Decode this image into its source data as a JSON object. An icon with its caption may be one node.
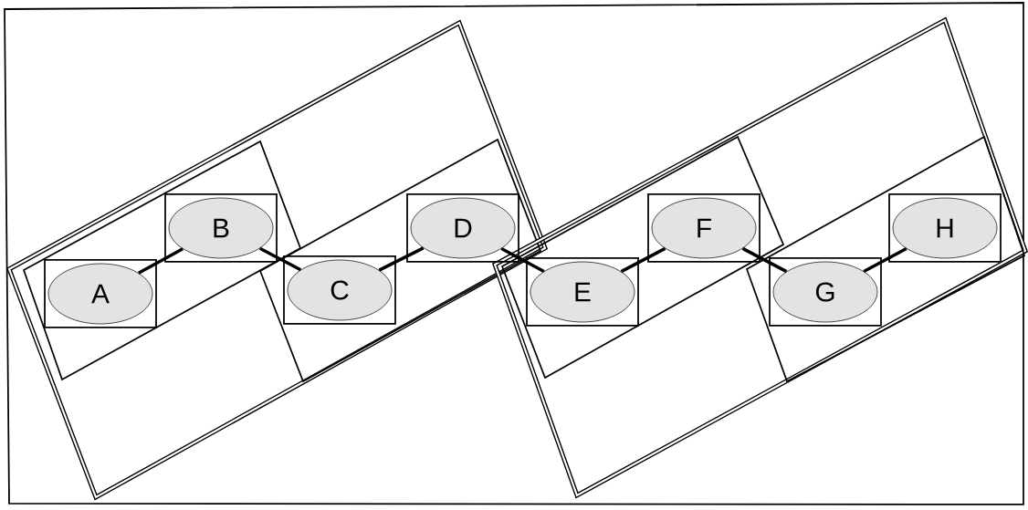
{
  "diagram": {
    "nodes": [
      {
        "text": [
          "A"
        ]
      },
      {
        "text": [
          "B"
        ]
      },
      {
        "text": [
          "C"
        ]
      },
      {
        "text": [
          "D"
        ]
      },
      {
        "text": [
          "E"
        ]
      },
      {
        "text": [
          "F"
        ]
      },
      {
        "text": [
          "G"
        ]
      },
      {
        "text": [
          "H"
        ]
      }
    ],
    "edges": [
      {
        "from": 0,
        "to": 1,
        "arrow": "none"
      },
      {
        "from": 1,
        "to": 2,
        "arrow": "none"
      },
      {
        "from": 2,
        "to": 3,
        "arrow": "none"
      },
      {
        "from": 3,
        "to": 4,
        "arrow": "none"
      },
      {
        "from": 4,
        "to": 5,
        "arrow": "none"
      },
      {
        "from": 5,
        "to": 6,
        "arrow": "none"
      },
      {
        "from": 6,
        "to": 7,
        "arrow": "none"
      }
    ]
  }
}
